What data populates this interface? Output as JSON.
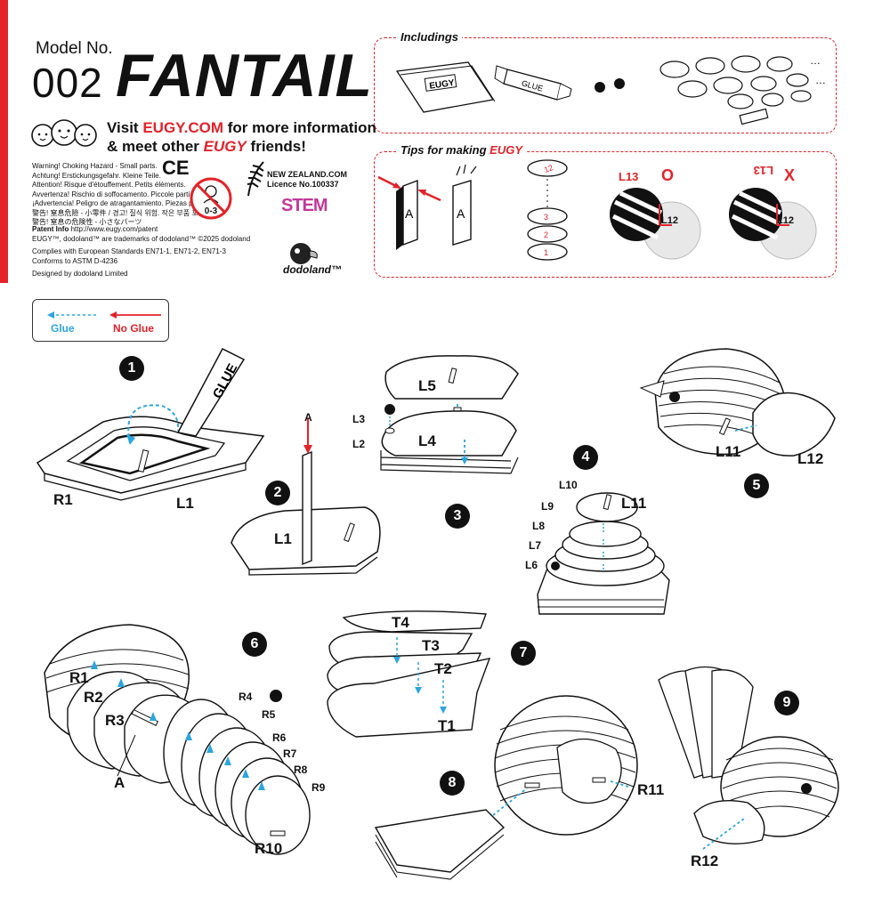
{
  "header": {
    "model_label": "Model No.",
    "model_number": "002",
    "title": "FANTAIL",
    "visit_line1_pre": "Visit ",
    "visit_site": "EUGY.COM",
    "visit_line1_post": " for more information",
    "visit_line2_pre": "& meet other ",
    "visit_brand": "EUGY",
    "visit_line2_post": " friends!"
  },
  "warnings": [
    "Warning! Choking Hazard - Small parts.",
    "Achtung! Erstickungsgefahr. Kleine Teile.",
    "Attention! Risque d'étouffement. Petits éléments.",
    "Avvertenza! Rischio di soffocamento. Piccole parti.",
    "¡Advertencia! Peligro de atragantamiento. Piezas pequeñas.",
    "警告! 窒息危險 - 小零件 / 경고! 질식 위험. 작은 부품 포함",
    "警告! 窒息の危険性 - 小さなパーツ"
  ],
  "ce_mark": "CE",
  "age_badge": "0-3",
  "patent": {
    "line1_label": "Patent Info",
    "line1_url": "http://www.eugy.com/patent",
    "line2": "EUGY™, dodoland™ are trademarks of dodoland™ ©2025 dodoland",
    "line3": "Complies with European Standards EN71-1, EN71-2, EN71-3",
    "line4": "Conforms to ASTM D-4236",
    "line5": "Designed by dodoland Limited"
  },
  "licence": {
    "line1": "NEW ZEALAND.COM",
    "line2": "Licence No.100337"
  },
  "stem_logo": "STEM",
  "dodoland_logo": "dodoland™",
  "includings": {
    "title": "Includings",
    "glue_label": "GLUE",
    "booklet_label": "EUGY"
  },
  "tips": {
    "title_pre": "Tips for making ",
    "title_brand": "EUGY",
    "part_a": "A",
    "disc_labels": [
      "12",
      "3",
      "2",
      "1"
    ],
    "correct_mark": "O",
    "wrong_mark": "X",
    "l13": "L13",
    "l12": "L12",
    "l13_flipped": "L13"
  },
  "legend": {
    "glue": "Glue",
    "no_glue": "No Glue"
  },
  "steps": {
    "s1": {
      "num": "1",
      "labels": [
        "R1",
        "L1"
      ],
      "glue": "GLUE"
    },
    "s2": {
      "num": "2",
      "labels": [
        "A",
        "L1"
      ]
    },
    "s3": {
      "num": "3",
      "labels": [
        "L5",
        "L3",
        "L4",
        "L2"
      ]
    },
    "s4": {
      "num": "4",
      "labels": [
        "L10",
        "L11",
        "L9",
        "L8",
        "L7",
        "L6"
      ]
    },
    "s5": {
      "num": "5",
      "labels": [
        "L11",
        "L12"
      ]
    },
    "s6": {
      "num": "6",
      "labels": [
        "R1",
        "R2",
        "R3",
        "A",
        "R4",
        "R5",
        "R6",
        "R7",
        "R8",
        "R9",
        "R10"
      ]
    },
    "s7": {
      "num": "7",
      "labels": [
        "T4",
        "T3",
        "T2",
        "T1"
      ]
    },
    "s8": {
      "num": "8",
      "labels": [
        "R11"
      ]
    },
    "s9": {
      "num": "9",
      "labels": [
        "R12"
      ]
    }
  }
}
